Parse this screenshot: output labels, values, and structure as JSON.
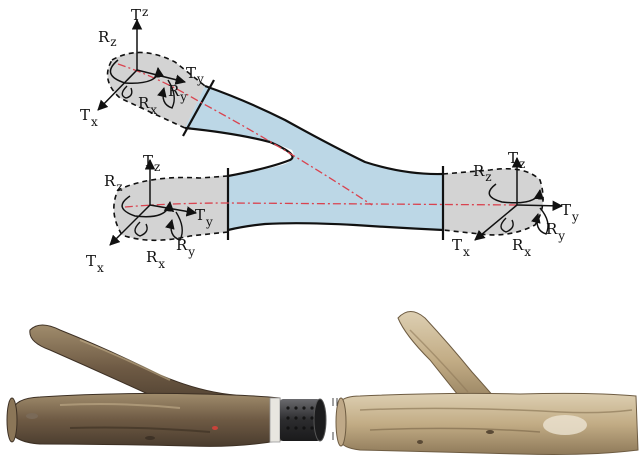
{
  "frames": [
    {
      "id": "upper-left-joint",
      "labels": {
        "Tz": {
          "main": "T",
          "sub": "z"
        },
        "Rz": {
          "main": "R",
          "sub": "z"
        },
        "Ty": {
          "main": "T",
          "sub": "y"
        },
        "Ry": {
          "main": "R",
          "sub": "y"
        },
        "Rx": {
          "main": "R",
          "sub": "x"
        },
        "Tx": {
          "main": "T",
          "sub": "x"
        }
      }
    },
    {
      "id": "lower-left-joint",
      "labels": {
        "Tz": {
          "main": "T",
          "sub": "z"
        },
        "Rz": {
          "main": "R",
          "sub": "z"
        },
        "Ty": {
          "main": "T",
          "sub": "y"
        },
        "Ry": {
          "main": "R",
          "sub": "y"
        },
        "Rx": {
          "main": "R",
          "sub": "x"
        },
        "Tx": {
          "main": "T",
          "sub": "x"
        }
      }
    },
    {
      "id": "right-joint",
      "labels": {
        "Tz": {
          "main": "T",
          "sub": "z"
        },
        "Rz": {
          "main": "R",
          "sub": "z"
        },
        "Ty": {
          "main": "T",
          "sub": "y"
        },
        "Ry": {
          "main": "R",
          "sub": "y"
        },
        "Rx": {
          "main": "R",
          "sub": "x"
        },
        "Tx": {
          "main": "T",
          "sub": "x"
        }
      }
    }
  ],
  "colors": {
    "branch_body": "#bcd7e6",
    "joint_zone": "#d3d3d3",
    "centerline": "#d9434f",
    "outline": "#111111",
    "bark_dark": "#5a4a3a",
    "bark_light": "#c9b48f",
    "sleeve": "#2e2e30"
  },
  "photos": [
    {
      "id": "photo-branch-with-connector",
      "subject": "y-branch-with-sleeve-connector"
    },
    {
      "id": "photo-weathered-branch",
      "subject": "y-branch-weathered"
    }
  ]
}
